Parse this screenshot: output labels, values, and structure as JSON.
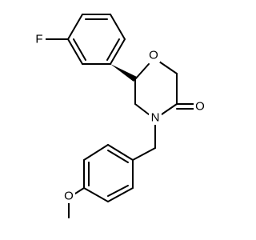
{
  "molecule": {
    "atoms": {
      "fluorine": "F",
      "ring_oxygen": "O",
      "carbonyl_oxygen": "O",
      "nitrogen": "N",
      "methoxy_oxygen": "O"
    },
    "colors": {
      "bond": "#000000",
      "fluorine": "#000000",
      "ring_oxygen": "#000000",
      "carbonyl_oxygen": "#000000",
      "nitrogen": "#000000",
      "methoxy_oxygen": "#000000"
    }
  }
}
